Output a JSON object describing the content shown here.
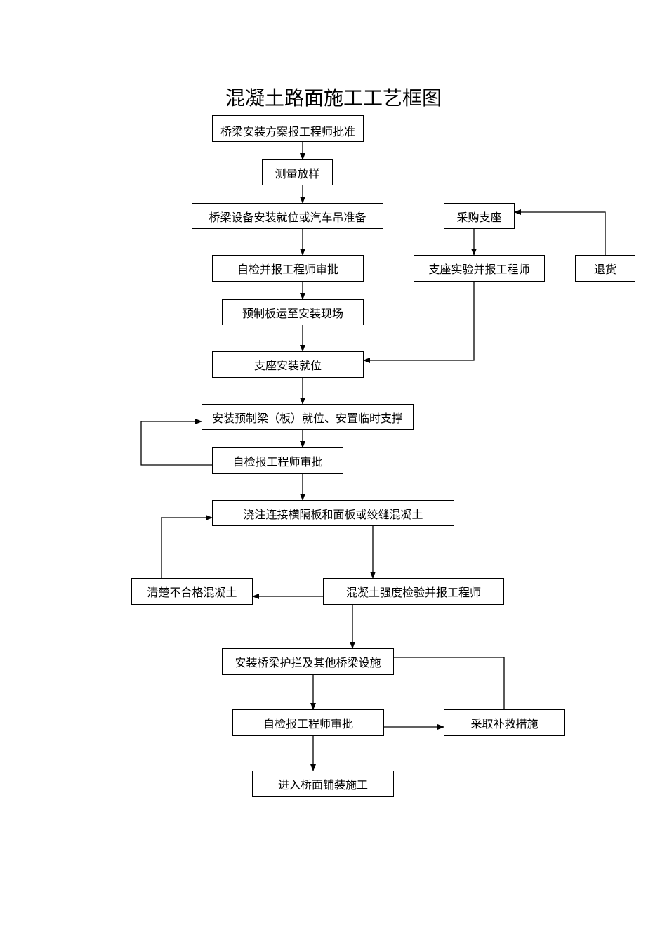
{
  "title": "混凝土路面施工工艺框图",
  "nodes": {
    "n1": "桥梁安装方案报工程师批准",
    "n2": "测量放样",
    "n3": "桥梁设备安装就位或汽车吊准备",
    "n4": "采购支座",
    "n5": "自检并报工程师审批",
    "n6": "支座实验并报工程师",
    "n7": "退货",
    "n8": "预制板运至安装现场",
    "n9": "支座安装就位",
    "n10": "安装预制梁（板）就位、安置临时支撑",
    "n11": "自检报工程师审批",
    "n12": "浇注连接横隔板和面板或绞缝混凝土",
    "n13": "清楚不合格混凝土",
    "n14": "混凝土强度检验并报工程师",
    "n15": "安装桥梁护拦及其他桥梁设施",
    "n16": "自检报工程师审批",
    "n17": "采取补救措施",
    "n18": "进入桥面铺装施工"
  }
}
